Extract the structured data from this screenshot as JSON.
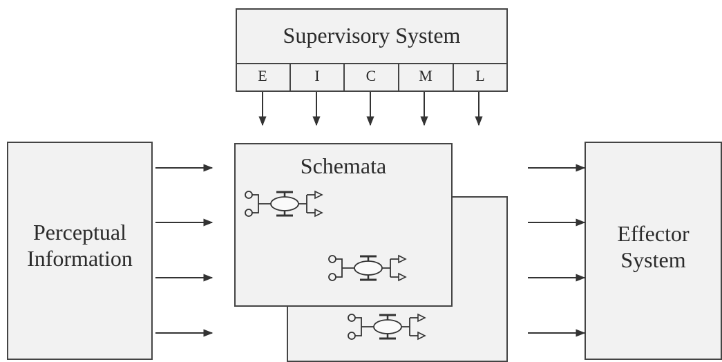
{
  "supervisory": {
    "title": "Supervisory System",
    "cells": [
      "E",
      "I",
      "C",
      "M",
      "L"
    ]
  },
  "perceptual": {
    "line1": "Perceptual",
    "line2": "Information"
  },
  "schemata": {
    "title": "Schemata"
  },
  "effector": {
    "line1": "Effector",
    "line2": "System"
  }
}
